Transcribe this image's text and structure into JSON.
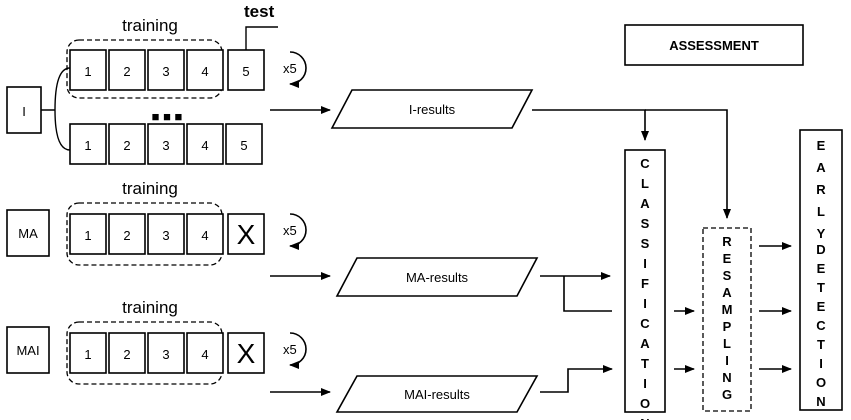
{
  "header": {
    "test_label": "test",
    "assessment_label": "ASSESSMENT"
  },
  "rows": [
    {
      "input_label": "I",
      "training_label": "training",
      "folds": [
        "1",
        "2",
        "3",
        "4"
      ],
      "held_out": "5",
      "repeat_label": "x5",
      "ellipsis": "■ ■ ■",
      "second_folds": [
        "1",
        "2",
        "3",
        "4",
        "5"
      ],
      "result_label": "I-results"
    },
    {
      "input_label": "MA",
      "training_label": "training",
      "folds": [
        "1",
        "2",
        "3",
        "4"
      ],
      "held_out": "X",
      "repeat_label": "x5",
      "result_label": "MA-results"
    },
    {
      "input_label": "MAI",
      "training_label": "training",
      "folds": [
        "1",
        "2",
        "3",
        "4"
      ],
      "held_out": "X",
      "repeat_label": "x5",
      "result_label": "MAI-results"
    }
  ],
  "stages": {
    "classification": "CLASSIFICATION",
    "resampling": "RESAMPLING",
    "early_detection": [
      "EARLY",
      "DETECTION"
    ]
  }
}
